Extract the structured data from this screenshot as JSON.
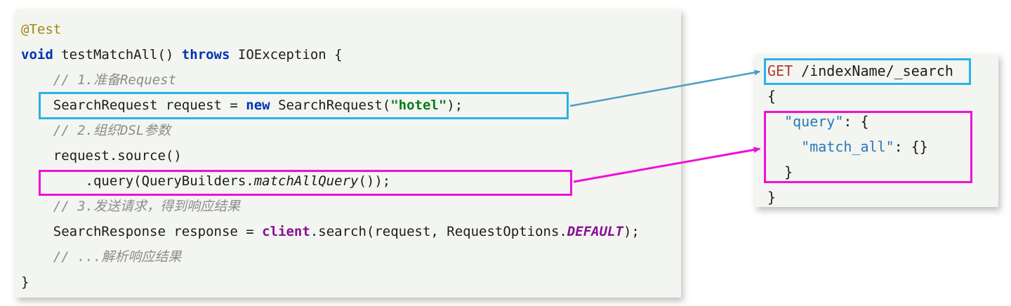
{
  "colors": {
    "panel_bg": "#f3f5f0",
    "cyan_box": "#29b2e8",
    "magenta_box": "#ee10d8",
    "cyan_arrow": "#4b9fc4",
    "magenta_arrow": "#ee10d8"
  },
  "java_panel": {
    "lines": [
      {
        "tokens": [
          {
            "t": "@Test",
            "c": "annotation"
          }
        ]
      },
      {
        "tokens": [
          {
            "t": "void",
            "c": "keyword"
          },
          {
            "t": " testMatchAll() ",
            "c": "plain"
          },
          {
            "t": "throws",
            "c": "keyword"
          },
          {
            "t": " IOException {",
            "c": "plain"
          }
        ]
      },
      {
        "tokens": [
          {
            "t": "    ",
            "c": "plain"
          },
          {
            "t": "// 1.准备Request",
            "c": "comment"
          }
        ]
      },
      {
        "tokens": [
          {
            "t": "    SearchRequest request = ",
            "c": "plain"
          },
          {
            "t": "new",
            "c": "keyword"
          },
          {
            "t": " SearchRequest(",
            "c": "plain"
          },
          {
            "t": "\"hotel\"",
            "c": "string"
          },
          {
            "t": ");",
            "c": "plain"
          }
        ]
      },
      {
        "tokens": [
          {
            "t": "    ",
            "c": "plain"
          },
          {
            "t": "// 2.组织DSL参数",
            "c": "comment"
          }
        ]
      },
      {
        "tokens": [
          {
            "t": "    request.source()",
            "c": "plain"
          }
        ]
      },
      {
        "tokens": [
          {
            "t": "        .query(QueryBuilders.",
            "c": "plain"
          },
          {
            "t": "matchAllQuery",
            "c": "static-method"
          },
          {
            "t": "());",
            "c": "plain"
          }
        ]
      },
      {
        "tokens": [
          {
            "t": "    ",
            "c": "plain"
          },
          {
            "t": "// 3.发送请求，得到响应结果",
            "c": "comment"
          }
        ]
      },
      {
        "tokens": [
          {
            "t": "    SearchResponse response = ",
            "c": "plain"
          },
          {
            "t": "client",
            "c": "field"
          },
          {
            "t": ".search(request, RequestOptions.",
            "c": "plain"
          },
          {
            "t": "DEFAULT",
            "c": "constant"
          },
          {
            "t": ");",
            "c": "plain"
          }
        ]
      },
      {
        "tokens": [
          {
            "t": "    ",
            "c": "plain"
          },
          {
            "t": "// ...解析响应结果",
            "c": "comment"
          }
        ]
      },
      {
        "tokens": [
          {
            "t": "}",
            "c": "plain"
          }
        ]
      }
    ]
  },
  "dsl_panel": {
    "lines": [
      {
        "tokens": [
          {
            "t": "GET",
            "c": "http-method"
          },
          {
            "t": " /indexName/_search",
            "c": "plain"
          }
        ]
      },
      {
        "tokens": [
          {
            "t": "{",
            "c": "plain"
          }
        ]
      },
      {
        "tokens": [
          {
            "t": "  ",
            "c": "plain"
          },
          {
            "t": "\"query\"",
            "c": "json-key"
          },
          {
            "t": ": {",
            "c": "plain"
          }
        ]
      },
      {
        "tokens": [
          {
            "t": "    ",
            "c": "plain"
          },
          {
            "t": "\"match_all\"",
            "c": "json-key"
          },
          {
            "t": ": {}",
            "c": "plain"
          }
        ]
      },
      {
        "tokens": [
          {
            "t": "  }",
            "c": "plain"
          }
        ]
      },
      {
        "tokens": [
          {
            "t": "}",
            "c": "plain"
          }
        ]
      }
    ]
  }
}
